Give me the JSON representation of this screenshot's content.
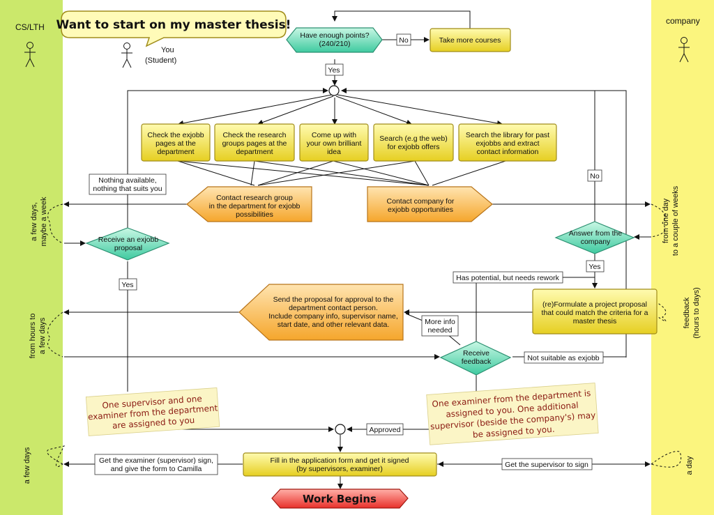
{
  "lanes": {
    "left": "CS/LTH",
    "right": "company"
  },
  "title_bubble": "Want to start on my master thesis!",
  "student_label": [
    "You",
    "(Student)"
  ],
  "nodes": {
    "enough_points": [
      "Have enough points?",
      "(240/210)"
    ],
    "take_courses": "Take more courses",
    "check_exjobb": [
      "Check the exjobb",
      "pages at the",
      "department"
    ],
    "check_research": [
      "Check the research",
      "groups pages at the",
      "department"
    ],
    "own_idea": [
      "Come up with",
      "your own brilliant",
      "idea"
    ],
    "search_web": [
      "Search (e.g the web)",
      "for exjobb offers"
    ],
    "search_library": [
      "Search the library for past",
      "exjobbs and  extract",
      "contact information"
    ],
    "contact_group": [
      "Contact research group",
      "in the department for exjobb",
      "possibilities"
    ],
    "contact_company": [
      "Contact company for",
      "exjobb opportunities"
    ],
    "receive_proposal": [
      "Receive an exjobb",
      "proposal"
    ],
    "answer_company": [
      "Answer from the",
      "company"
    ],
    "formulate": [
      "(re)Formulate a project proposal",
      "that could match the criteria for a",
      "master thesis"
    ],
    "send_proposal": [
      "Send the proposal for approval to the",
      "department contact person.",
      "Include company info, supervisor name,",
      "start date, and other relevant data."
    ],
    "receive_feedback": [
      "Receive",
      "feedback"
    ],
    "fill_form": [
      "Fill in the application form and get it signed",
      "(by supervisors, examiner)"
    ],
    "work_begins": "Work Begins"
  },
  "edge_labels": {
    "no_top": "No",
    "yes_top": "Yes",
    "nothing_available": [
      "Nothing available,",
      "nothing that suits you"
    ],
    "no_right": "No",
    "yes_right": "Yes",
    "yes_left": "Yes",
    "has_potential": "Has potential, but needs rework",
    "more_info": [
      "More info",
      "needed"
    ],
    "not_suitable": "Not suitable as exjobb",
    "approved": "Approved",
    "examiner_sign": [
      "Get the examiner (supervisor) sign,",
      "and give the form to Camilla"
    ],
    "supervisor_sign": "Get the supervisor to sign"
  },
  "notes": {
    "left": [
      "One supervisor and one",
      "examiner from the department",
      "are assigned to you"
    ],
    "right": [
      "One examiner from the department is",
      "assigned to you. One additional",
      "supervisor (beside the company's) may",
      "be assigned to you."
    ]
  },
  "durations": {
    "left1": [
      "a few days,",
      "maybe a week"
    ],
    "left2": [
      "from hours to",
      "a few days"
    ],
    "left3": "a few days",
    "right1": [
      "from one day",
      "to a couple of weeks"
    ],
    "right2": [
      "feedback",
      "(hours to days)"
    ],
    "right3": "a day"
  }
}
